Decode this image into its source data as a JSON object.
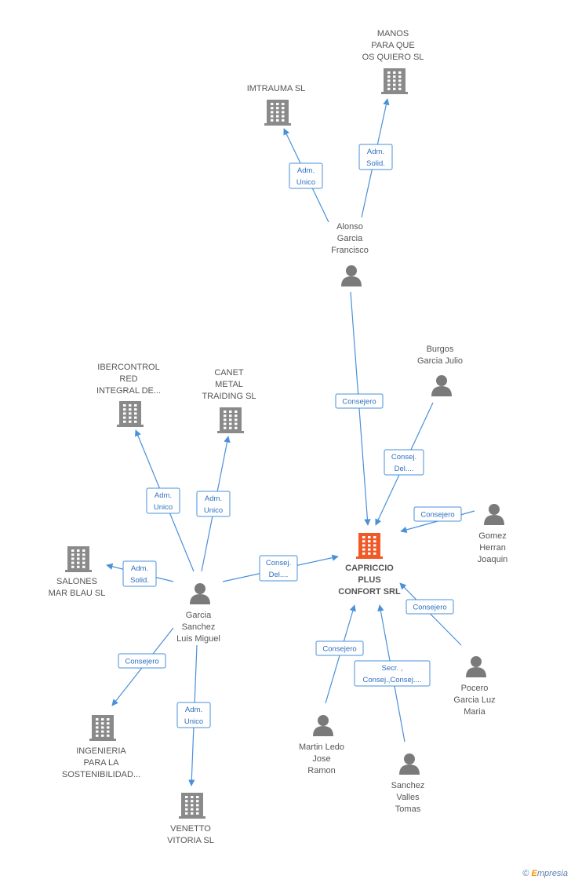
{
  "colors": {
    "edge": "#4a90d9",
    "edge_text": "#2f6fbf",
    "company_icon": "#8a8a8a",
    "main_company_icon": "#f05a28",
    "person_icon": "#7a7a7a",
    "label_text": "#555555"
  },
  "nodes": [
    {
      "id": "capriccio",
      "type": "company",
      "main": true,
      "label": [
        "CAPRICCIO",
        "PLUS",
        "CONFORT SRL"
      ]
    },
    {
      "id": "imtrauma",
      "type": "company",
      "label": [
        "IMTRAUMA SL"
      ]
    },
    {
      "id": "manos",
      "type": "company",
      "label": [
        "MANOS",
        "PARA QUE",
        "OS QUIERO SL"
      ]
    },
    {
      "id": "alonso",
      "type": "person",
      "label": [
        "Alonso",
        "Garcia",
        "Francisco"
      ]
    },
    {
      "id": "burgos",
      "type": "person",
      "label": [
        "Burgos",
        "Garcia Julio"
      ]
    },
    {
      "id": "gomez",
      "type": "person",
      "label": [
        "Gomez",
        "Herran",
        "Joaquin"
      ]
    },
    {
      "id": "pocero",
      "type": "person",
      "label": [
        "Pocero",
        "Garcia Luz",
        "Maria"
      ]
    },
    {
      "id": "martin",
      "type": "person",
      "label": [
        "Martin Ledo",
        "Jose",
        "Ramon"
      ]
    },
    {
      "id": "sanchez",
      "type": "person",
      "label": [
        "Sanchez",
        "Valles",
        "Tomas"
      ]
    },
    {
      "id": "garcia",
      "type": "person",
      "label": [
        "Garcia",
        "Sanchez",
        "Luis Miguel"
      ]
    },
    {
      "id": "ibercontrol",
      "type": "company",
      "label": [
        "IBERCONTROL",
        "RED",
        "INTEGRAL DE..."
      ]
    },
    {
      "id": "canet",
      "type": "company",
      "label": [
        "CANET",
        "METAL",
        "TRAIDING SL"
      ]
    },
    {
      "id": "salones",
      "type": "company",
      "label": [
        "SALONES",
        "MAR BLAU  SL"
      ]
    },
    {
      "id": "ingenieria",
      "type": "company",
      "label": [
        "INGENIERIA",
        "PARA LA",
        "SOSTENIBILIDAD..."
      ]
    },
    {
      "id": "venetto",
      "type": "company",
      "label": [
        "VENETTO",
        "VITORIA SL"
      ]
    }
  ],
  "edges": [
    {
      "from": "alonso",
      "to": "imtrauma",
      "label": [
        "Adm.",
        "Unico"
      ]
    },
    {
      "from": "alonso",
      "to": "manos",
      "label": [
        "Adm.",
        "Solid."
      ]
    },
    {
      "from": "alonso",
      "to": "capriccio",
      "label": [
        "Consejero"
      ]
    },
    {
      "from": "burgos",
      "to": "capriccio",
      "label": [
        "Consej.",
        "Del...."
      ]
    },
    {
      "from": "gomez",
      "to": "capriccio",
      "label": [
        "Consejero"
      ]
    },
    {
      "from": "pocero",
      "to": "capriccio",
      "label": [
        "Consejero"
      ]
    },
    {
      "from": "martin",
      "to": "capriccio",
      "label": [
        "Consejero"
      ]
    },
    {
      "from": "sanchez",
      "to": "capriccio",
      "label": [
        "Secr. ,",
        "Consej.,Consej...."
      ]
    },
    {
      "from": "garcia",
      "to": "capriccio",
      "label": [
        "Consej.",
        "Del...."
      ]
    },
    {
      "from": "garcia",
      "to": "ibercontrol",
      "label": [
        "Adm.",
        "Unico"
      ]
    },
    {
      "from": "garcia",
      "to": "canet",
      "label": [
        "Adm.",
        "Unico"
      ]
    },
    {
      "from": "garcia",
      "to": "salones",
      "label": [
        "Adm.",
        "Solid."
      ]
    },
    {
      "from": "garcia",
      "to": "ingenieria",
      "label": [
        "Consejero"
      ]
    },
    {
      "from": "garcia",
      "to": "venetto",
      "label": [
        "Adm.",
        "Unico"
      ]
    }
  ],
  "footer": {
    "copyright": "©",
    "brand_initial": "E",
    "brand_rest": "mpresia"
  }
}
